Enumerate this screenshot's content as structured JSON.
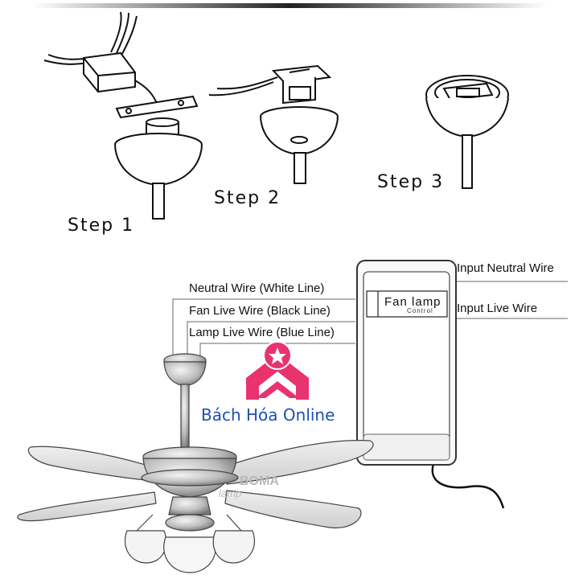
{
  "steps": {
    "step1": "Step 1",
    "step2": "Step 2",
    "step3": "Step 3"
  },
  "wiring": {
    "neutral_wire": "Neutral Wire (White Line)",
    "fan_live_wire": "Fan Live Wire (Black Line)",
    "lamp_live_wire": "Lamp Live Wire (Blue Line)",
    "input_neutral_wire": "Input Neutral Wire",
    "input_live_wire": "Input Live Wire"
  },
  "controller": {
    "title": "Fan lamp",
    "subtitle": "Control"
  },
  "branding": {
    "shop_name": "Bách Hóa Online",
    "logo_color": "#e8336e",
    "text_color": "#1e4fb3",
    "watermark_top": "BOMA",
    "watermark_bottom": "lamp"
  }
}
